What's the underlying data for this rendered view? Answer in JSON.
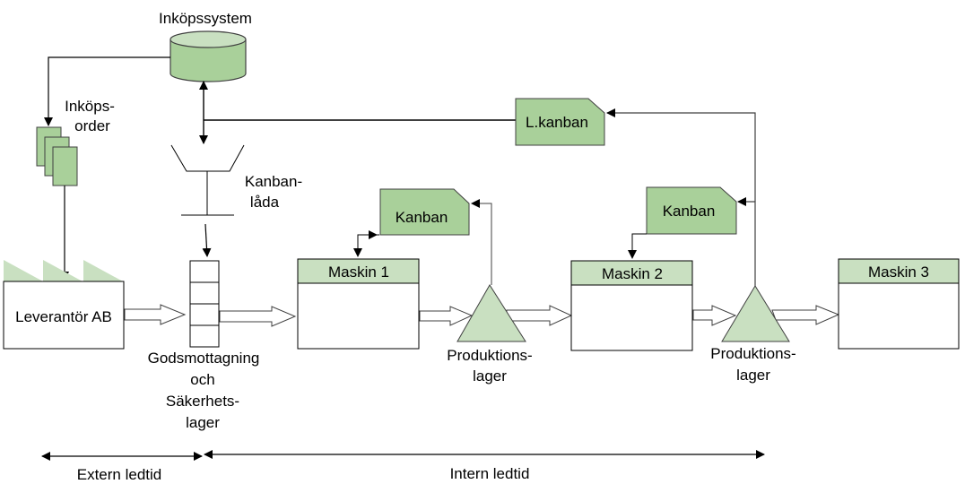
{
  "colors": {
    "green_dark": "#a9d09a",
    "green_light": "#c9e0c1",
    "stroke": "#000000",
    "gray_stroke": "#404040"
  },
  "labels": {
    "purchasing_system": "Inköpssystem",
    "purchase_order_1": "Inköps-",
    "purchase_order_2": "order",
    "kanban_box_1": "Kanban-",
    "kanban_box_2": "låda",
    "supplier": "Leverantör AB",
    "goods_receipt_1": "Godsmottagning",
    "goods_receipt_2": "och",
    "goods_receipt_3": "Säkerhets-",
    "goods_receipt_4": "lager",
    "l_kanban": "L.kanban",
    "kanban_1": "Kanban",
    "kanban_2": "Kanban",
    "machine_1": "Maskin 1",
    "machine_2": "Maskin 2",
    "machine_3": "Maskin 3",
    "prod_stock_1a": "Produktions-",
    "prod_stock_1b": "lager",
    "prod_stock_2a": "Produktions-",
    "prod_stock_2b": "lager",
    "external_leadtime": "Extern ledtid",
    "internal_leadtime": "Intern ledtid"
  }
}
